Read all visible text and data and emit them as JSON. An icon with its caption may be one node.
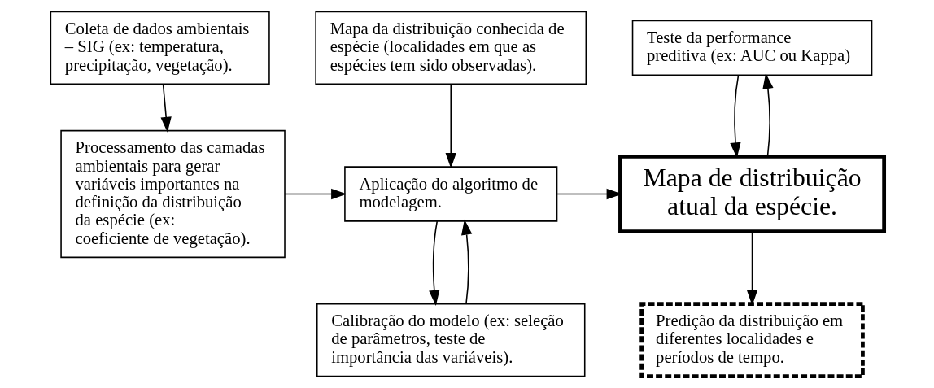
{
  "diagram": {
    "nodes": [
      {
        "text": [
          "Coleta de dados ambientais – SIG (ex: temperatura, precipitação, vegetação)."
        ]
      },
      {
        "text": [
          "Mapa da distribuição conhecida de espécie (localidades em que as espécies tem sido observadas)."
        ]
      },
      {
        "text": [
          "Teste da performance preditiva (ex: AUC ou Kappa)"
        ]
      },
      {
        "text": [
          "Processamento das camadas ambientais para gerar variáveis importantes na definição da distribuição da espécie (ex: coeficiente de vegetação)."
        ]
      },
      {
        "text": [
          "Aplicação do algoritmo de modelagem."
        ]
      },
      {
        "text": [
          "Mapa de distribuição atual da espécie."
        ]
      },
      {
        "text": [
          "Calibração do modelo (ex: seleção de parâmetros, teste de importância das variáveis)."
        ]
      },
      {
        "text": [
          "Predição da distribuição em diferentes localidades e períodos de tempo."
        ]
      }
    ],
    "edges": [
      {
        "from": 0,
        "to": 3,
        "arrow": "to"
      },
      {
        "from": 3,
        "to": 4,
        "arrow": "to"
      },
      {
        "from": 1,
        "to": 4,
        "arrow": "to"
      },
      {
        "from": 4,
        "to": 6,
        "arrow": "to"
      },
      {
        "from": 6,
        "to": 4,
        "arrow": "to"
      },
      {
        "from": 4,
        "to": 5,
        "arrow": "to"
      },
      {
        "from": 5,
        "to": 2,
        "arrow": "to"
      },
      {
        "from": 2,
        "to": 5,
        "arrow": "to"
      },
      {
        "from": 5,
        "to": 7,
        "arrow": "to"
      }
    ]
  }
}
